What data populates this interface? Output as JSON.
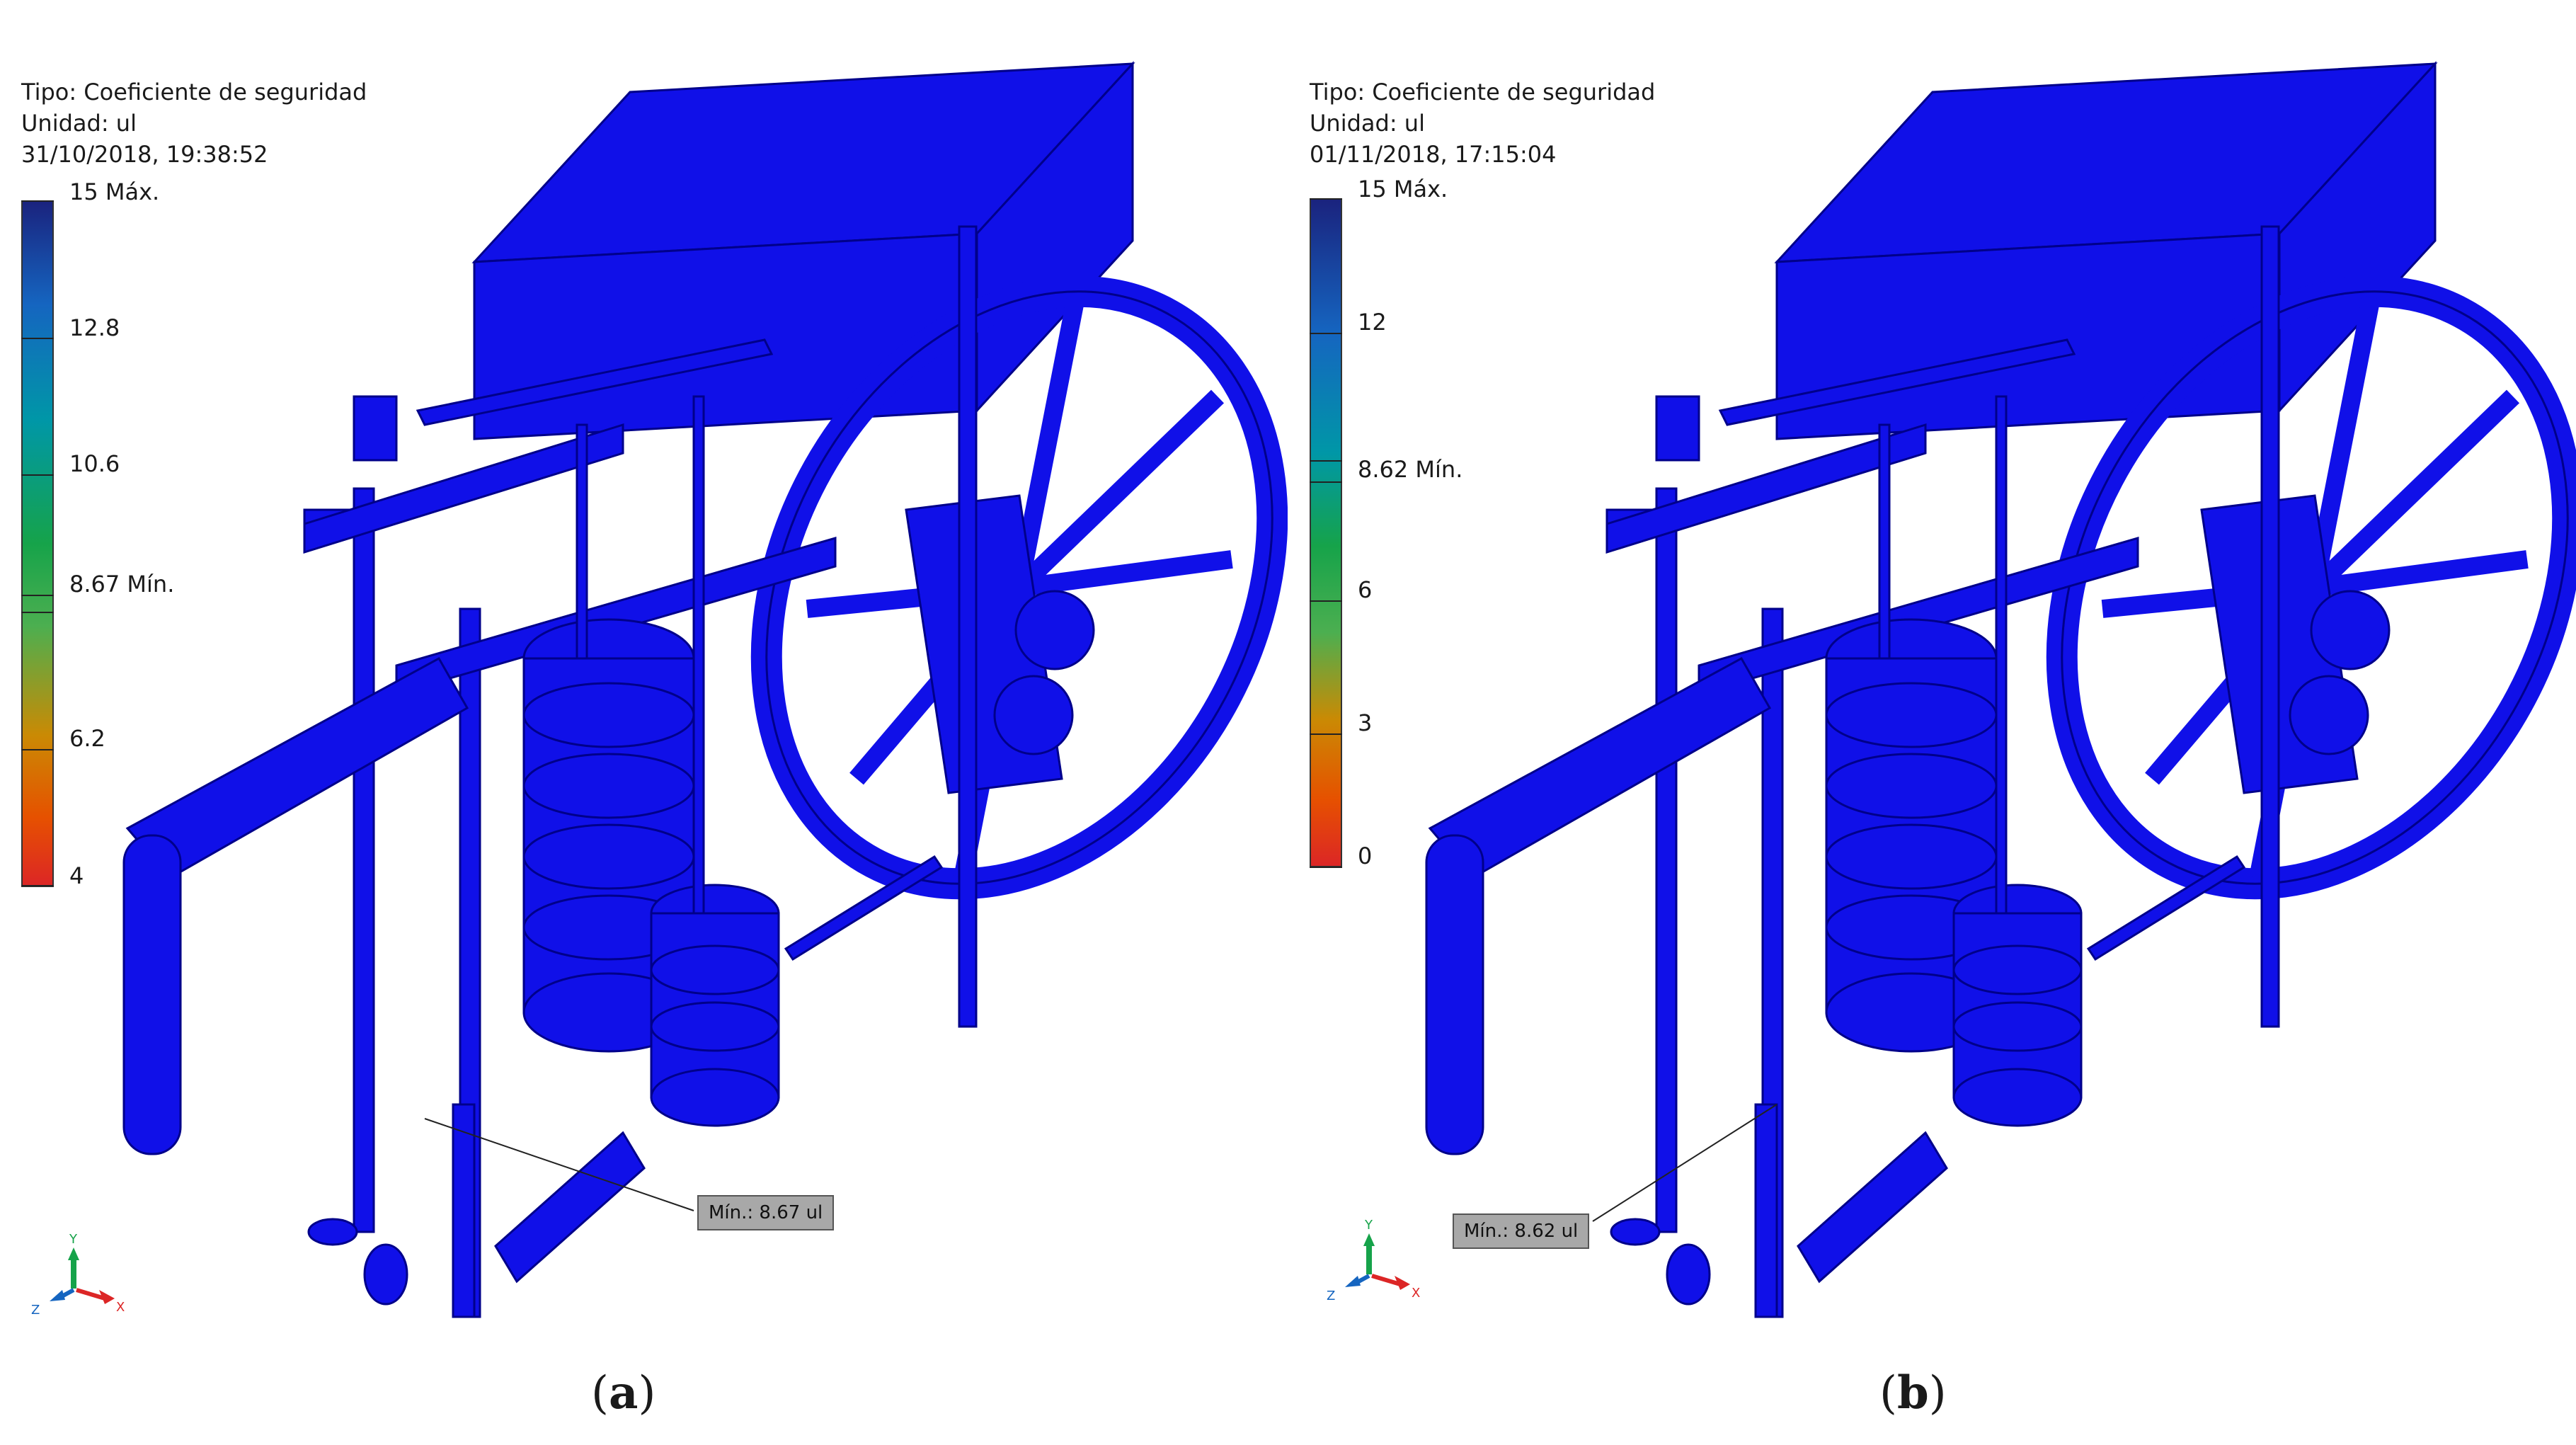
{
  "panels": [
    {
      "id": "a",
      "meta": {
        "tipo": "Tipo: Coeficiente de seguridad",
        "unidad": "Unidad: ul",
        "fecha": "31/10/2018, 19:38:52"
      },
      "scale": {
        "labels": [
          "15 Máx.",
          "12.8",
          "10.6",
          "8.67 Mín.",
          "6.2",
          "4"
        ]
      },
      "min_callout": "Mín.: 8.67 ul",
      "caption_letter": "a"
    },
    {
      "id": "b",
      "meta": {
        "tipo": "Tipo: Coeficiente de seguridad",
        "unidad": "Unidad: ul",
        "fecha": "01/11/2018, 17:15:04"
      },
      "scale": {
        "labels": [
          "15 Máx.",
          "12",
          "8.62 Mín.",
          "6",
          "3",
          "0"
        ]
      },
      "min_callout": "Mín.: 8.62 ul",
      "caption_letter": "b"
    }
  ],
  "triad": {
    "y": "Y",
    "x": "X",
    "z": "Z"
  },
  "colors": {
    "model_blue": "#1010e8",
    "scale_top": "#1a237e",
    "scale_mid": "#16a34a",
    "scale_low": "#ca8a04",
    "scale_bottom": "#dc2626"
  }
}
